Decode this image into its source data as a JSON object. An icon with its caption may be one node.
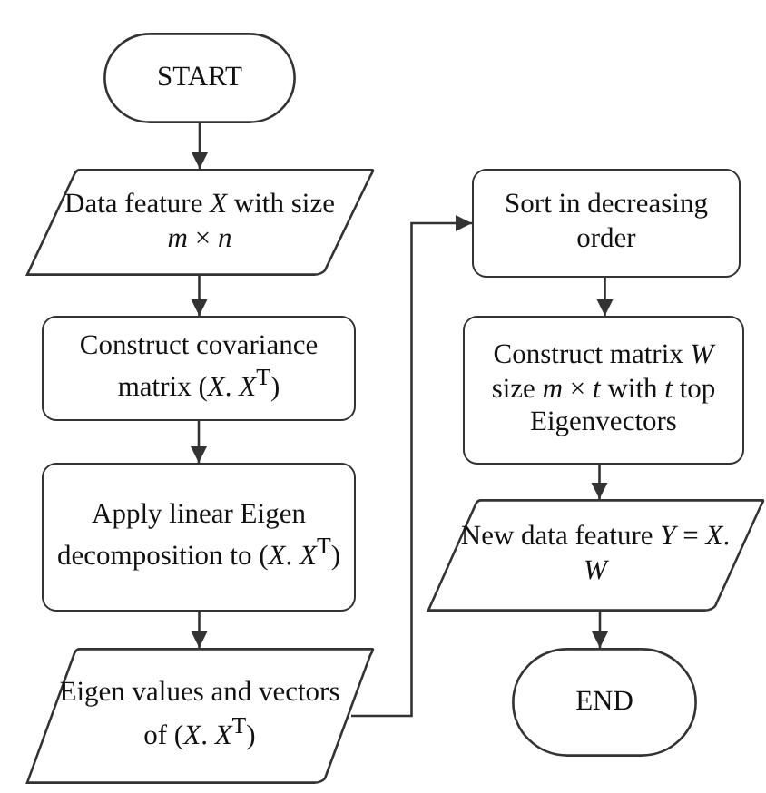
{
  "diagram": {
    "nodes": [
      {
        "text": [
          "START"
        ]
      },
      {
        "text": [
          "Data feature *X* with size *m* × *n*"
        ]
      },
      {
        "text": [
          "Construct covariance matrix (*X*. *X*$^{T}$)"
        ]
      },
      {
        "text": [
          "Apply linear Eigen decomposition to (*X*. *X*$^{T}$)"
        ]
      },
      {
        "text": [
          "Eigen values and vectors of (*X*. *X*$^{T}$)"
        ]
      },
      {
        "text": [
          "Sort in decreasing order"
        ]
      },
      {
        "text": [
          "Construct matrix *W* size *m* × *t* with *t* top Eigenvectors"
        ]
      },
      {
        "text": [
          "New data feature *Y* = *X*. *W*"
        ]
      },
      {
        "text": [
          "END"
        ]
      }
    ],
    "edges": [
      {
        "from": 0,
        "to": 1,
        "arrow": "to"
      },
      {
        "from": 1,
        "to": 2,
        "arrow": "to"
      },
      {
        "from": 2,
        "to": 3,
        "arrow": "to"
      },
      {
        "from": 3,
        "to": 4,
        "arrow": "to"
      },
      {
        "from": 4,
        "to": 5,
        "arrow": "to"
      },
      {
        "from": 5,
        "to": 6,
        "arrow": "to"
      },
      {
        "from": 6,
        "to": 7,
        "arrow": "to"
      },
      {
        "from": 7,
        "to": 8,
        "arrow": "to"
      }
    ]
  }
}
